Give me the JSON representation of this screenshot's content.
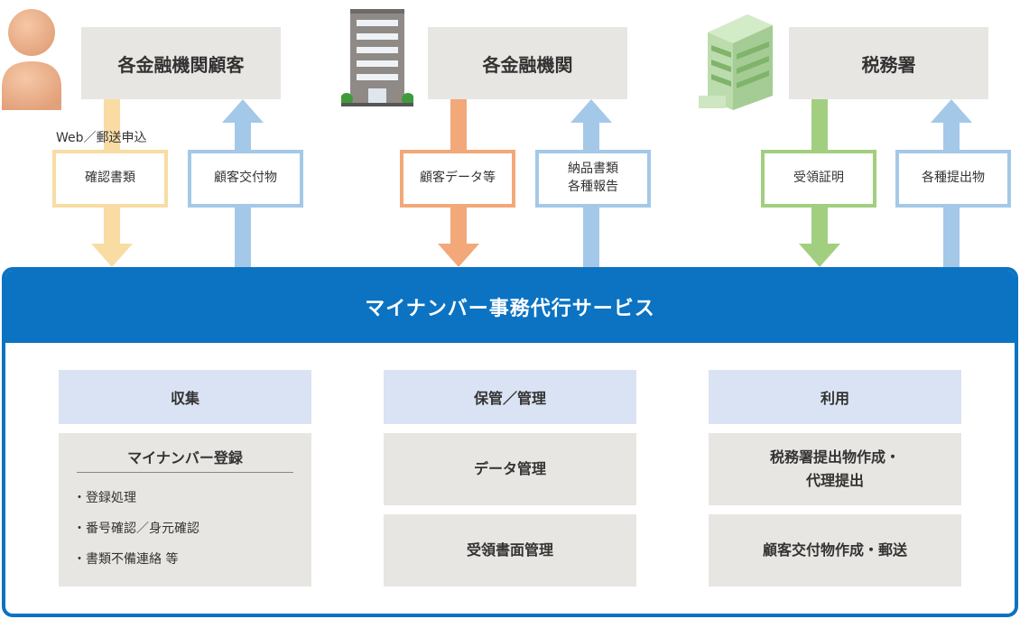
{
  "top_entities": [
    {
      "label": "各金融機関顧客"
    },
    {
      "label": "各金融機関"
    },
    {
      "label": "税務署"
    }
  ],
  "caption": "Web／郵送申込",
  "flows": [
    {
      "label": "確認書類",
      "color": "#f8dca4",
      "direction": "down"
    },
    {
      "label": "顧客交付物",
      "color": "#a4c8e8",
      "direction": "up"
    },
    {
      "label": "顧客データ等",
      "color": "#f2a878",
      "direction": "down"
    },
    {
      "label": "納品書類\n各種報告",
      "color": "#a4c8e8",
      "direction": "up"
    },
    {
      "label": "受領証明",
      "color": "#a2cf7f",
      "direction": "down"
    },
    {
      "label": "各種提出物",
      "color": "#a4c8e8",
      "direction": "up"
    }
  ],
  "service": {
    "title": "マイナンバー事務代行サービス",
    "columns": [
      {
        "header": "収集"
      },
      {
        "header": "保管／管理"
      },
      {
        "header": "利用"
      }
    ],
    "registration": {
      "title": "マイナンバー登録",
      "items": [
        "・登録処理",
        "・番号確認／身元確認",
        "・書類不備連絡 等"
      ]
    },
    "tasks": [
      {
        "label": "データ管理"
      },
      {
        "label": "受領書面管理"
      },
      {
        "label": "税務署提出物作成・\n代理提出"
      },
      {
        "label": "顧客交付物作成・郵送"
      }
    ]
  },
  "colors": {
    "service_blue": "#0b73c2",
    "entity_gray": "#e8e6e2",
    "column_header_blue": "#d9e3f3"
  },
  "icons": [
    "person-icon",
    "office-building-icon",
    "tax-office-building-icon"
  ]
}
